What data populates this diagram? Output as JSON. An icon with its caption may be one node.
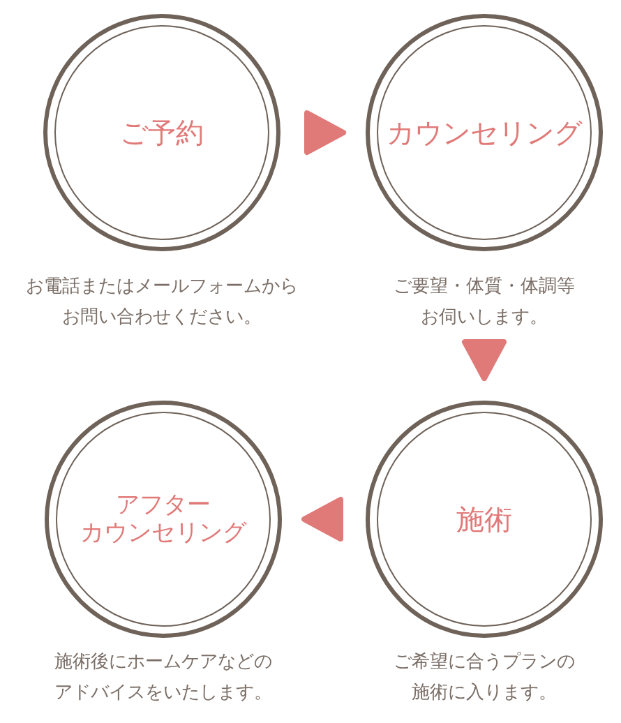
{
  "diagram": {
    "nodes": [
      {
        "text": [
          "ご予約"
        ],
        "beside": [
          "お電話またはメールフォームからお問い合わせください。"
        ]
      },
      {
        "text": [
          "カウンセリング"
        ],
        "beside": [
          "ご要望・体質・体調等お伺いします。"
        ]
      },
      {
        "text": [
          "施術"
        ],
        "beside": [
          "ご希望に合うプランの施術に入ります。"
        ]
      },
      {
        "text": [
          "アフター",
          "カウンセリング"
        ],
        "beside": [
          "施術後にホームケアなどのアドバイスをいたします。"
        ]
      }
    ],
    "edges": [
      {
        "from": 0,
        "to": 1,
        "arrow": "to"
      },
      {
        "from": 1,
        "to": 2,
        "arrow": "to"
      },
      {
        "from": 2,
        "to": 3,
        "arrow": "to"
      }
    ]
  }
}
